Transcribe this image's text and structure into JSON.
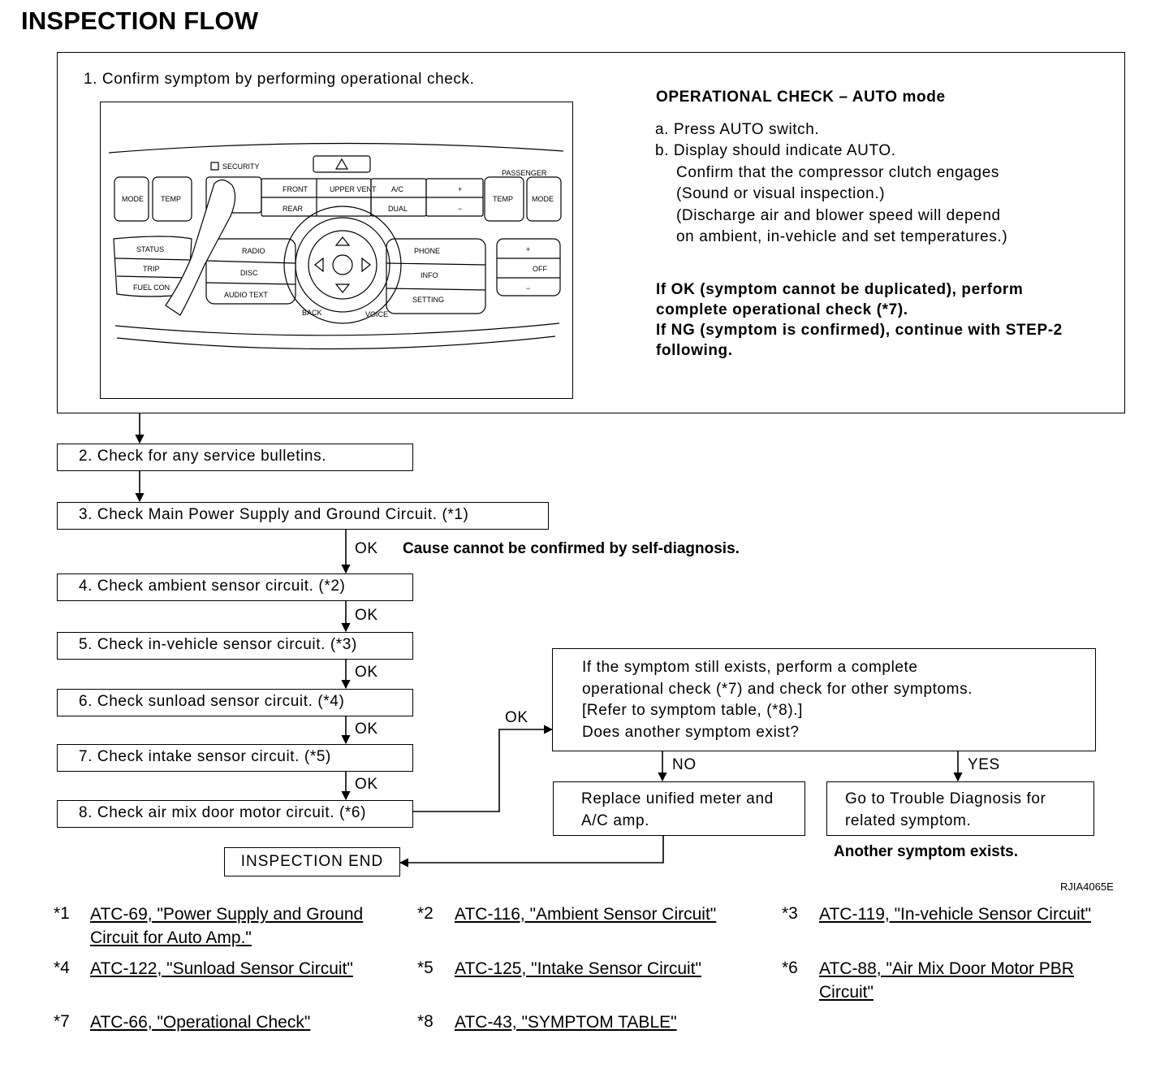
{
  "title": "INSPECTION FLOW",
  "step1": {
    "text": "1. Confirm symptom by performing operational check.",
    "op_title": "OPERATIONAL CHECK – AUTO mode",
    "op_lines": [
      "a. Press AUTO switch.",
      "b. Display should indicate AUTO.",
      "Confirm that the compressor clutch engages",
      "(Sound or visual inspection.)",
      "(Discharge air and blower speed will depend",
      "on ambient, in-vehicle and set temperatures.)"
    ],
    "result_lines": [
      "If OK (symptom cannot be duplicated), perform",
      "complete operational check (*7).",
      "If NG (symptom is confirmed), continue with STEP-2",
      "following."
    ],
    "panel": {
      "security": "SECURITY",
      "passenger": "PASSENGER",
      "mode": "MODE",
      "temp": "TEMP",
      "front": "FRONT",
      "upper_vent": "UPPER VENT",
      "rear": "REAR",
      "ac": "A/C",
      "dual": "DUAL",
      "fan_plus": "+",
      "fan_minus": "−",
      "status": "STATUS",
      "trip": "TRIP",
      "fuel_con": "FUEL CON",
      "radio": "RADIO",
      "disc": "DISC",
      "audio_text": "AUDIO TEXT",
      "phone": "PHONE",
      "info": "INFO",
      "setting": "SETTING",
      "back": "BACK",
      "voice": "VOICE",
      "vol_plus": "+",
      "vol_off": "OFF",
      "vol_minus": "−"
    }
  },
  "steps": {
    "s2": "2. Check for any service bulletins.",
    "s3": "3. Check Main Power Supply and Ground Circuit. (*1)",
    "s4": "4. Check ambient sensor circuit. (*2)",
    "s5": "5. Check in-vehicle sensor circuit. (*3)",
    "s6": "6. Check sunload sensor circuit. (*4)",
    "s7": "7. Check intake sensor circuit. (*5)",
    "s8": "8. Check air mix door motor circuit. (*6)"
  },
  "labels": {
    "ok": "OK",
    "no": "NO",
    "yes": "YES",
    "cause_note": "Cause cannot be confirmed by self-diagnosis.",
    "another_symptom": "Another symptom exists.",
    "end": "INSPECTION END",
    "figure_id": "RJIA4065E"
  },
  "symptom_box": "If the symptom still exists, perform a complete\noperational check (*7) and check for other symptoms.\n[Refer to symptom table, (*8).]\nDoes another symptom exist?",
  "replace_box": "Replace unified meter and\nA/C amp.",
  "trouble_box": "Go to Trouble Diagnosis for\nrelated symptom.",
  "footnotes": [
    {
      "num": "*1",
      "text": "ATC-69, \"Power Supply and Ground Circuit for Auto Amp.\""
    },
    {
      "num": "*2",
      "text": "ATC-116, \"Ambient Sensor Circuit\""
    },
    {
      "num": "*3",
      "text": "ATC-119, \"In-vehicle Sensor Circuit\""
    },
    {
      "num": "*4",
      "text": "ATC-122, \"Sunload Sensor Circuit\""
    },
    {
      "num": "*5",
      "text": "ATC-125, \"Intake Sensor Circuit\""
    },
    {
      "num": "*6",
      "text": "ATC-88, \"Air Mix Door Motor PBR Circuit\""
    },
    {
      "num": "*7",
      "text": "ATC-66, \"Operational Check\""
    },
    {
      "num": "*8",
      "text": "ATC-43, \"SYMPTOM TABLE\""
    }
  ]
}
